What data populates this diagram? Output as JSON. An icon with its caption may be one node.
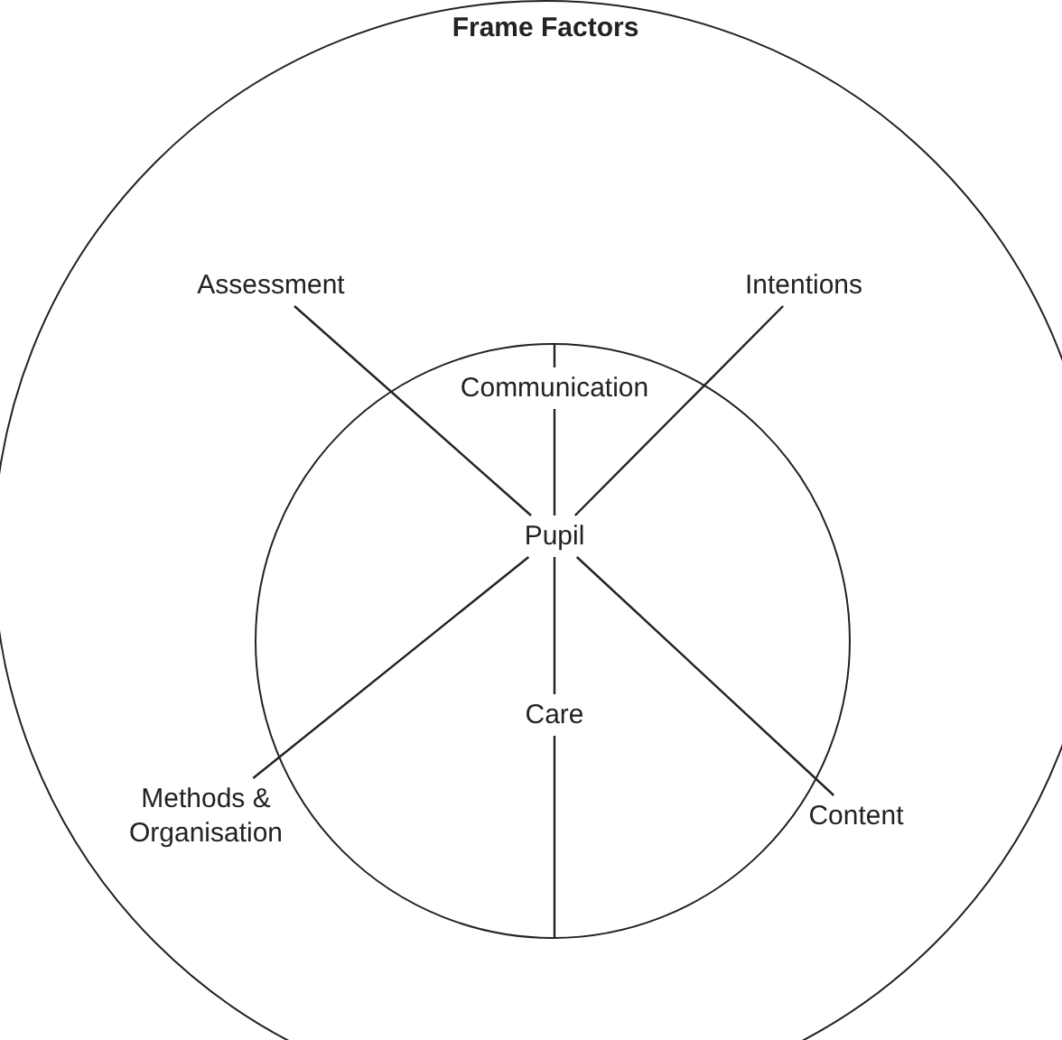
{
  "diagram": {
    "nodes": [
      {
        "text": [
          "Frame Factors"
        ]
      },
      {
        "text": [],
        "shape": "circle",
        "in": 0
      },
      {
        "text": [
          "Assessment"
        ],
        "in": 0
      },
      {
        "text": [
          "Intentions"
        ],
        "in": 0
      },
      {
        "text": [
          "Communication"
        ],
        "in": 1
      },
      {
        "text": [
          "Pupil"
        ],
        "in": 1
      },
      {
        "text": [
          "Care"
        ],
        "in": 1
      },
      {
        "text": [
          "Methods & Organisation"
        ],
        "in": 0
      },
      {
        "text": [
          "Content"
        ],
        "in": 0
      }
    ],
    "edges": [
      {
        "from": 5,
        "to": 2,
        "arrow": "none"
      },
      {
        "from": 5,
        "to": 3,
        "arrow": "none"
      },
      {
        "from": 5,
        "to": 7,
        "arrow": "none"
      },
      {
        "from": 5,
        "to": 8,
        "arrow": "none"
      },
      {
        "from": 5,
        "to": 4,
        "arrow": "none"
      },
      {
        "from": 5,
        "to": 6,
        "arrow": "none"
      },
      {
        "from": 4,
        "to": 1,
        "arrow": "none"
      },
      {
        "from": 6,
        "to": 1,
        "arrow": "none"
      }
    ]
  }
}
